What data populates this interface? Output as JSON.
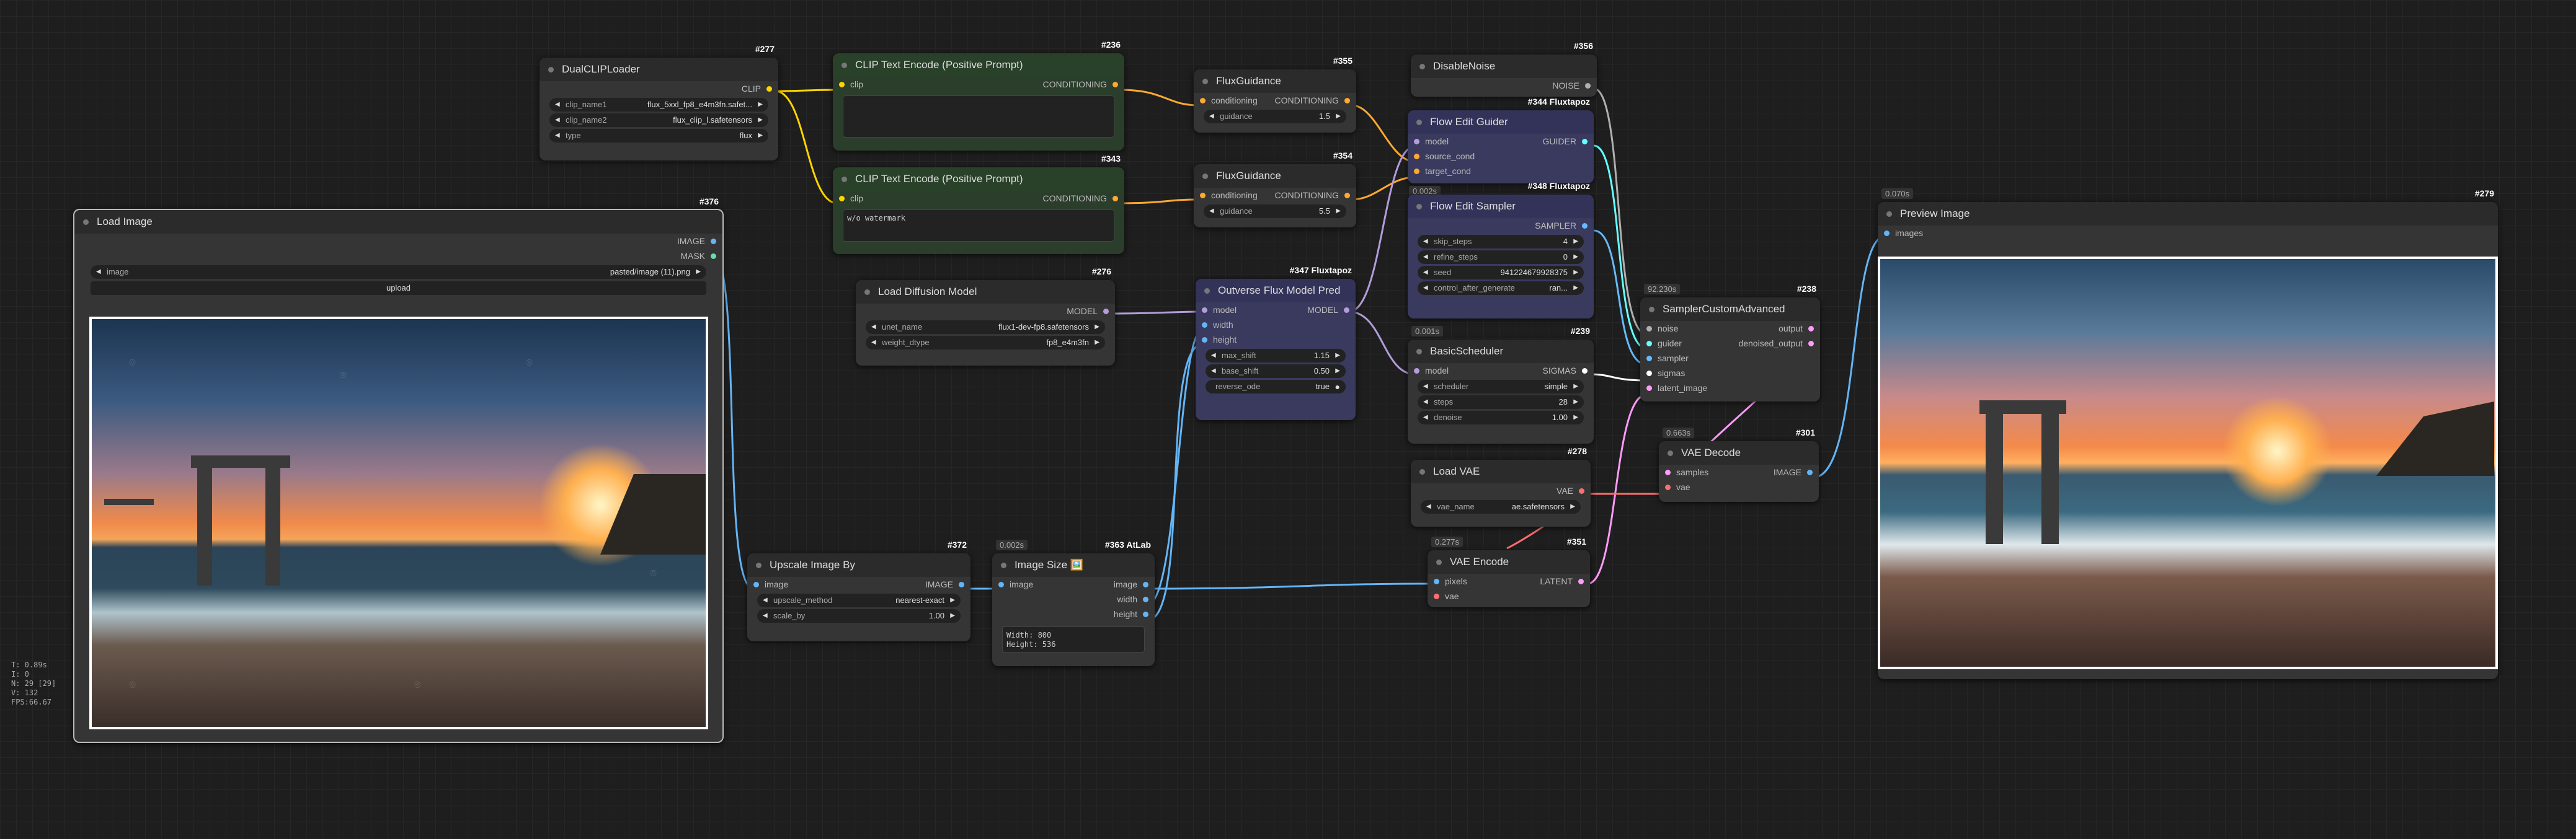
{
  "colors": {
    "clip": "#ffd500",
    "conditioning": "#ffa931",
    "model": "#b39ddb",
    "image": "#64b5f6",
    "latent": "#ff9cf9",
    "vae": "#ff6e6e",
    "sigmas": "#ffffff",
    "noise": "#b0b0b0",
    "guider": "#66ffff"
  },
  "stats": [
    "T: 0.89s",
    "I: 0",
    "N: 29 [29]",
    "V: 132",
    "FPS:66.67"
  ],
  "nodes": {
    "dualclip": {
      "id": "#277",
      "title": "DualCLIPLoader",
      "out": "CLIP",
      "w": [
        [
          "clip_name1",
          "flux_5xxl_fp8_e4m3fn.safet..."
        ],
        [
          "clip_name2",
          "flux_clip_l.safetensors"
        ],
        [
          "type",
          "flux"
        ]
      ]
    },
    "clip1": {
      "id": "#236",
      "title": "CLIP Text Encode (Positive Prompt)",
      "in": "clip",
      "out": "CONDITIONING",
      "text": ""
    },
    "clip2": {
      "id": "#343",
      "title": "CLIP Text Encode (Positive Prompt)",
      "in": "clip",
      "out": "CONDITIONING",
      "text": "w/o watermark"
    },
    "fg1": {
      "id": "#355",
      "title": "FluxGuidance",
      "in": "conditioning",
      "out": "CONDITIONING",
      "w": [
        [
          "guidance",
          "1.5"
        ]
      ]
    },
    "fg2": {
      "id": "#354",
      "title": "FluxGuidance",
      "in": "conditioning",
      "out": "CONDITIONING",
      "w": [
        [
          "guidance",
          "5.5"
        ]
      ]
    },
    "disable": {
      "id": "#356",
      "title": "DisableNoise",
      "out": "NOISE"
    },
    "guider": {
      "id": "#344 Fluxtapoz",
      "title": "Flow Edit Guider",
      "ins": [
        "model",
        "source_cond",
        "target_cond"
      ],
      "out": "GUIDER",
      "time": "0.002s"
    },
    "sampler": {
      "id": "#348 Fluxtapoz",
      "title": "Flow Edit Sampler",
      "out": "SAMPLER",
      "w": [
        [
          "skip_steps",
          "4"
        ],
        [
          "refine_steps",
          "0"
        ],
        [
          "seed",
          "941224679928375"
        ],
        [
          "control_after_generate",
          "ran..."
        ]
      ]
    },
    "loadimg": {
      "id": "#376",
      "title": "Load Image",
      "outs": [
        "IMAGE",
        "MASK"
      ],
      "w": [
        [
          "image",
          "pasted/image (11).png"
        ]
      ],
      "btn": "upload"
    },
    "diff": {
      "id": "#276",
      "title": "Load Diffusion Model",
      "out": "MODEL",
      "w": [
        [
          "unet_name",
          "flux1-dev-fp8.safetensors"
        ],
        [
          "weight_dtype",
          "fp8_e4m3fn"
        ]
      ]
    },
    "outverse": {
      "id": "#347 Fluxtapoz",
      "title": "Outverse Flux Model Pred",
      "ins": [
        "model",
        "width",
        "height"
      ],
      "out": "MODEL",
      "w": [
        [
          "max_shift",
          "1.15"
        ],
        [
          "base_shift",
          "0.50"
        ],
        [
          "reverse_ode",
          "true"
        ]
      ]
    },
    "sched": {
      "id": "#239",
      "title": "BasicScheduler",
      "in": "model",
      "out": "SIGMAS",
      "time": "0.001s",
      "w": [
        [
          "scheduler",
          "simple"
        ],
        [
          "steps",
          "28"
        ],
        [
          "denoise",
          "1.00"
        ]
      ]
    },
    "sca": {
      "id": "#238",
      "title": "SamplerCustomAdvanced",
      "ins": [
        "noise",
        "guider",
        "sampler",
        "sigmas",
        "latent_image"
      ],
      "outs": [
        "output",
        "denoised_output"
      ],
      "time": "92.230s"
    },
    "loadvae": {
      "id": "#278",
      "title": "Load VAE",
      "out": "VAE",
      "w": [
        [
          "vae_name",
          "ae.safetensors"
        ]
      ]
    },
    "vaedec": {
      "id": "#301",
      "title": "VAE Decode",
      "ins": [
        "samples",
        "vae"
      ],
      "out": "IMAGE",
      "time": "0.663s"
    },
    "vaeenc": {
      "id": "#351",
      "title": "VAE Encode",
      "ins": [
        "pixels",
        "vae"
      ],
      "out": "LATENT",
      "time": "0.277s"
    },
    "upscale": {
      "id": "#372",
      "title": "Upscale Image By",
      "in": "image",
      "out": "IMAGE",
      "w": [
        [
          "upscale_method",
          "nearest-exact"
        ],
        [
          "scale_by",
          "1.00"
        ]
      ]
    },
    "imgsize": {
      "id": "#363 AtLab",
      "title": "Image Size 🖼️",
      "in": "image",
      "outs": [
        "image",
        "width",
        "height"
      ],
      "time": "0.002s",
      "info": [
        "Width: 800",
        "Height: 536"
      ]
    },
    "preview": {
      "id": "#279",
      "title": "Preview Image",
      "in": "images",
      "time": "0.070s"
    }
  }
}
